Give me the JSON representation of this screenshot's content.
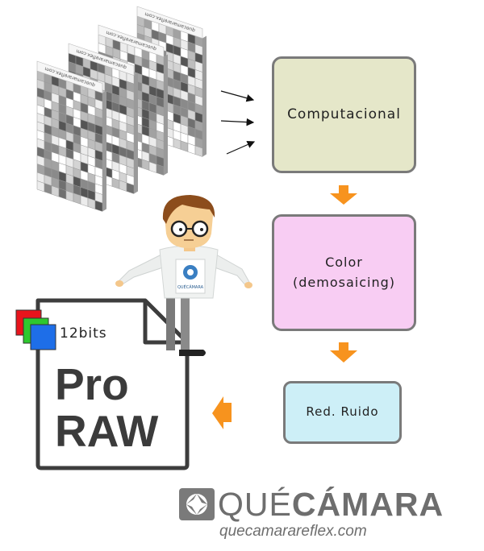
{
  "boxes": {
    "computacional": "Computacional",
    "color": "Color\n(demosaicing)",
    "ruido": "Red. Ruido"
  },
  "file_icon": {
    "bits": "12bits",
    "pro": "Pro",
    "raw": "RAW"
  },
  "sensor_watermark": "quecamarareflex.com",
  "mascot_badge": "QUÉCÁMARA",
  "brand": {
    "name_light": "QUÉ",
    "name_bold": "CÁMARA",
    "url": "quecamarareflex.com"
  },
  "colors": {
    "arrow_orange": "#f7931e",
    "rgb_red": "#e8141c",
    "rgb_green": "#2ec82e",
    "rgb_blue": "#1e6ee8",
    "brand_grey": "#6e6e6e"
  }
}
